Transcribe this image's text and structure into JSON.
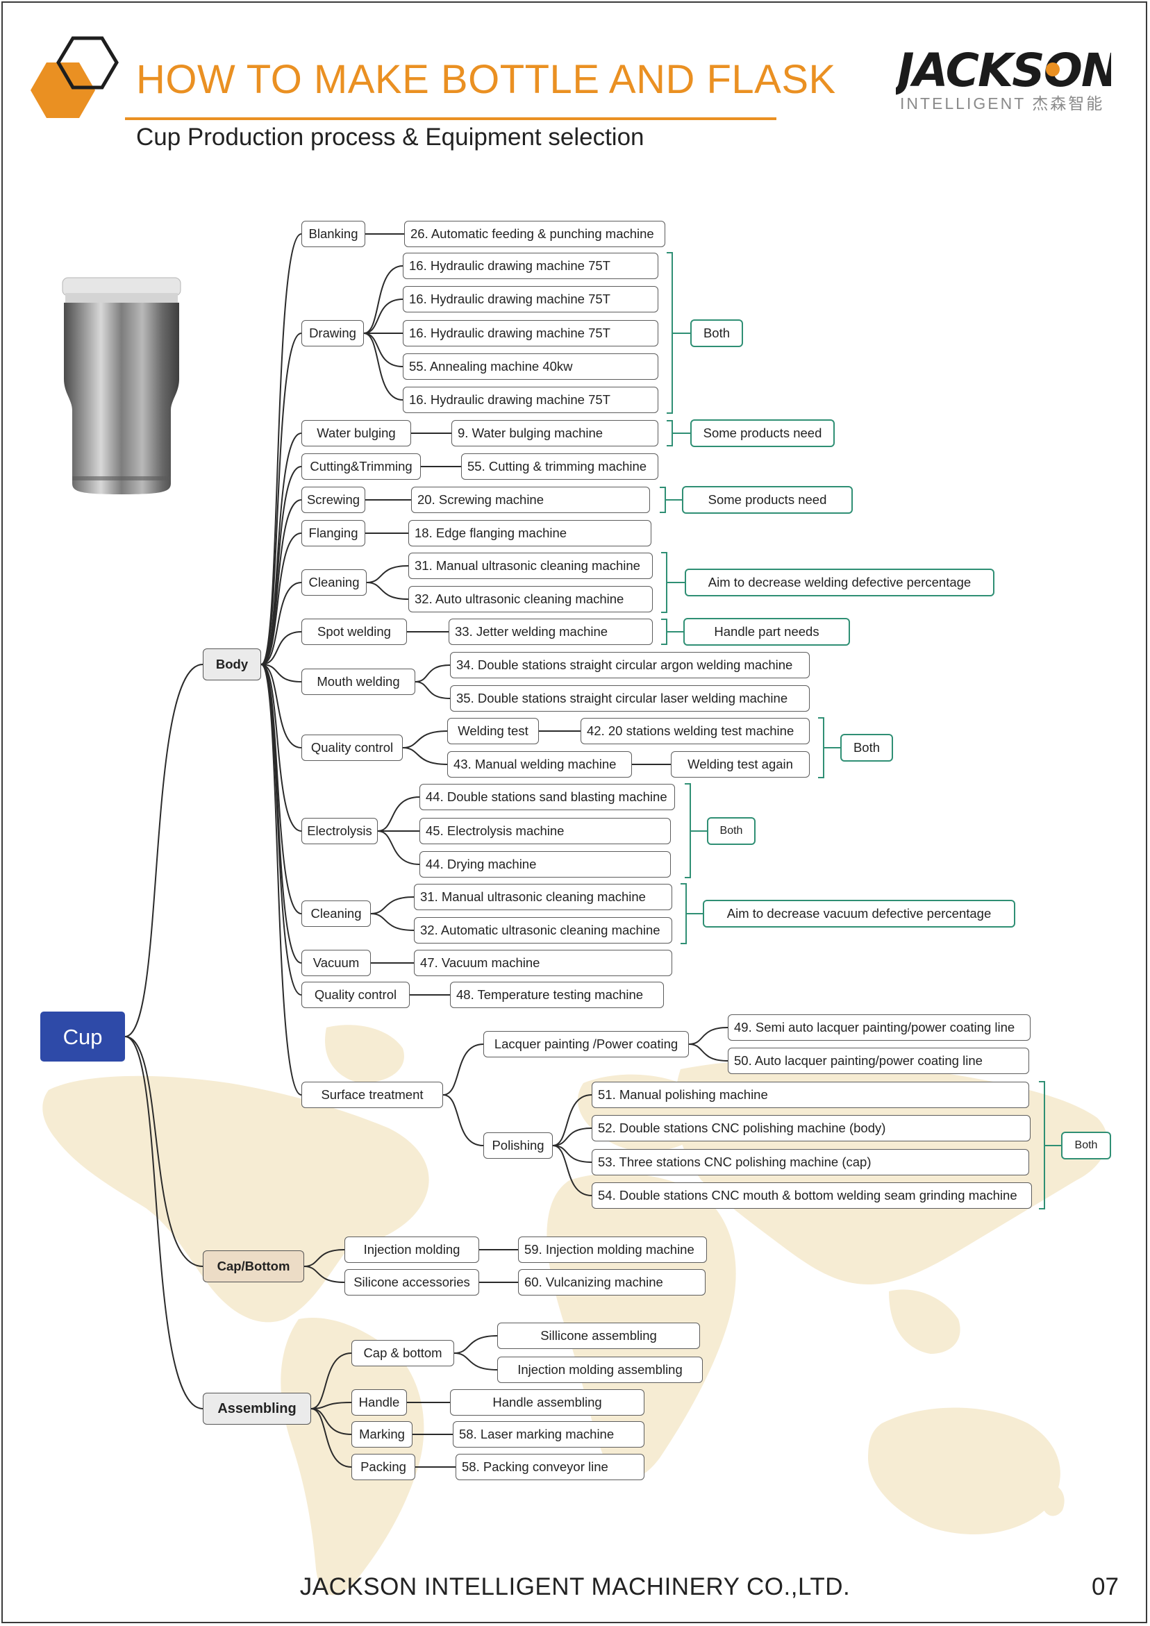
{
  "header": {
    "title": "HOW TO MAKE BOTTLE AND FLASK",
    "subtitle": "Cup Production process & Equipment selection"
  },
  "logo": {
    "brand": "JACKSON",
    "sub": "INTELLIGENT 杰森智能"
  },
  "colors": {
    "accent": "#ea9022",
    "root": "#2e4aa8",
    "note_border": "#2f8f74",
    "map": "#f6ecd3"
  },
  "diagram": {
    "root": "Cup",
    "branches": {
      "body": "Body",
      "cap_bottom": "Cap/Bottom",
      "assembling": "Assembling"
    },
    "body_steps": {
      "blanking": "Blanking",
      "drawing": "Drawing",
      "water_bulging": "Water bulging",
      "cutting": "Cutting&Trimming",
      "screwing": "Screwing",
      "flanging": "Flanging",
      "cleaning_1": "Cleaning",
      "spot_welding": "Spot welding",
      "mouth_welding": "Mouth welding",
      "quality_control_1": "Quality control",
      "electrolysis": "Electrolysis",
      "cleaning_2": "Cleaning",
      "vacuum": "Vacuum",
      "quality_control_2": "Quality control",
      "surface_treatment": "Surface treatment"
    },
    "machines": {
      "m26": "26. Automatic feeding & punching machine",
      "m16a": "16. Hydraulic drawing machine 75T",
      "m16b": "16. Hydraulic drawing machine 75T",
      "m16c": "16. Hydraulic drawing machine 75T",
      "m55a": "55. Annealing machine 40kw",
      "m16d": "16. Hydraulic drawing machine 75T",
      "m9": "9. Water bulging machine",
      "m55b": "55. Cutting & trimming machine",
      "m20": "20. Screwing machine",
      "m18": "18. Edge flanging machine",
      "m31a": "31. Manual ultrasonic cleaning machine",
      "m32a": "32. Auto ultrasonic cleaning machine",
      "m33": "33. Jetter welding machine",
      "m34": "34. Double stations straight circular argon welding machine",
      "m35": "35. Double stations straight circular laser welding machine",
      "welding_test": "Welding test",
      "m42": "42. 20 stations welding test machine",
      "m43": "43. Manual welding machine",
      "welding_test_again": "Welding test again",
      "m44a": "44. Double stations sand blasting machine",
      "m45": "45. Electrolysis machine",
      "m44b": "44. Drying machine",
      "m31b": "31. Manual ultrasonic cleaning machine",
      "m32b": "32. Automatic ultrasonic cleaning machine",
      "m47": "47. Vacuum machine",
      "m48": "48. Temperature testing machine",
      "lacquer": "Lacquer painting /Power coating",
      "m49": "49. Semi auto lacquer painting/power coating line",
      "m50": "50. Auto lacquer painting/power coating line",
      "polishing": "Polishing",
      "m51": "51. Manual polishing machine",
      "m52": "52. Double stations CNC polishing machine (body)",
      "m53": "53. Three stations CNC polishing machine (cap)",
      "m54": "54. Double stations CNC mouth & bottom welding seam grinding machine"
    },
    "cap_bottom": {
      "injection": "Injection molding",
      "m59": "59. Injection molding machine",
      "silicone": "Silicone accessories",
      "m60": "60. Vulcanizing machine"
    },
    "assembling": {
      "cap_bottom": "Cap & bottom",
      "sillicone_assembling": "Sillicone assembling",
      "injection_assembling": "Injection molding assembling",
      "handle": "Handle",
      "handle_assembling": "Handle assembling",
      "marking": "Marking",
      "m58a": "58. Laser marking machine",
      "packing": "Packing",
      "m58b": "58. Packing conveyor line"
    },
    "notes": {
      "both_drawing": "Both",
      "water_bulging": "Some products need",
      "screwing": "Some products need",
      "cleaning_1": "Aim to decrease welding defective percentage",
      "spot_welding": "Handle part needs",
      "quality_control": "Both",
      "electrolysis": "Both",
      "cleaning_2": "Aim to decrease vacuum defective percentage",
      "polishing": "Both"
    }
  },
  "footer": {
    "company": "JACKSON INTELLIGENT MACHINERY CO.,LTD.",
    "page": "07"
  }
}
